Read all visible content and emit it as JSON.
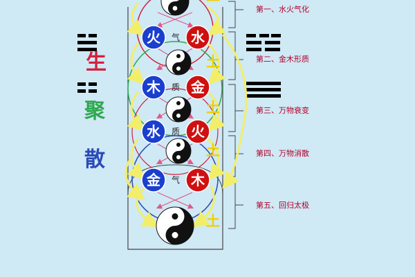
{
  "vertical_text": {
    "sheng": {
      "char": "生",
      "color": "#d4213d"
    },
    "ju": {
      "char": "聚",
      "color": "#2fa84f"
    },
    "san": {
      "char": "散",
      "color": "#2b4bb8"
    }
  },
  "stages": [
    {
      "label": "第一、水火气化"
    },
    {
      "label": "第二、金木形质"
    },
    {
      "label": "第三、万物衰变"
    },
    {
      "label": "第四、万物消散"
    },
    {
      "label": "第五、回归太极"
    }
  ],
  "pairs": [
    {
      "left": "火",
      "left_color": "#1a3fcf",
      "mid": "气",
      "right": "水",
      "right_color": "#d01010"
    },
    {
      "left": "木",
      "left_color": "#1a3fcf",
      "mid": "质",
      "right": "金",
      "right_color": "#d01010"
    },
    {
      "left": "水",
      "left_color": "#1a3fcf",
      "mid": "质",
      "right": "火",
      "right_color": "#d01010"
    },
    {
      "left": "金",
      "left_color": "#1a3fcf",
      "mid": "气",
      "right": "木",
      "right_color": "#d01010"
    }
  ],
  "earth_char": "土",
  "colors": {
    "background": "#cfe9f5",
    "arrow": "#f2ee6a",
    "pink": "#e05a8a",
    "label": "#b5002a"
  }
}
